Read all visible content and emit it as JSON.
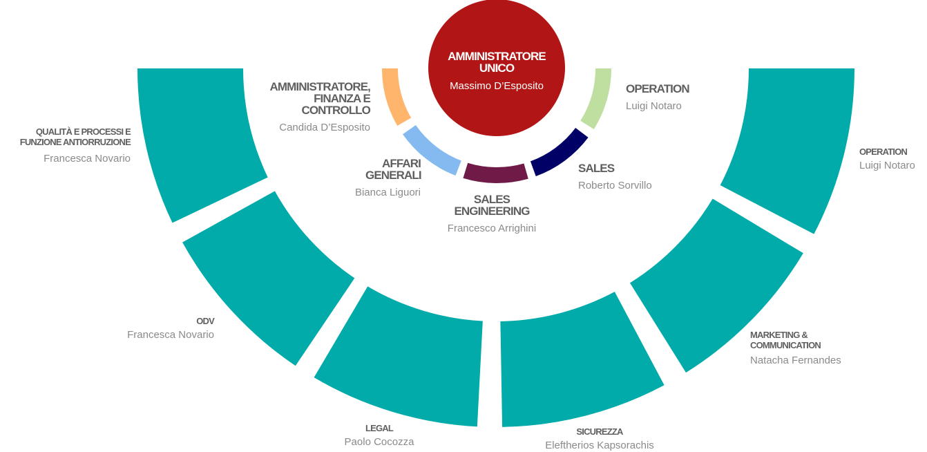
{
  "colors": {
    "teal": "#00ABA9",
    "red": "#B21515",
    "orange": "#FFB56B",
    "blue": "#85BAF0",
    "purple": "#701A47",
    "navy": "#000066",
    "green": "#BEDF9F"
  },
  "center": {
    "title": "AMMINISTRATORE UNICO",
    "name": "Massimo D’Esposito"
  },
  "inner_units": [
    {
      "title": "AMMINISTRATORE, FINANZA E CONTROLLO",
      "name": "Candida D’Esposito",
      "color": "#FFB56B"
    },
    {
      "title": "AFFARI GENERALI",
      "name": "Bianca Liguori",
      "color": "#85BAF0"
    },
    {
      "title": "SALES ENGINEERING",
      "name": "Francesco Arrighini",
      "color": "#701A47"
    },
    {
      "title": "SALES",
      "name": "Roberto Sorvillo",
      "color": "#000066"
    },
    {
      "title": "OPERATION",
      "name": "Luigi Notaro",
      "color": "#BEDF9F"
    }
  ],
  "outer_units": [
    {
      "title": "QUALITÀ E PROCESSI E FUNZIONE ANTIORRUZIONE",
      "name": "Francesca Novario"
    },
    {
      "title": "ODV",
      "name": "Francesca Novario"
    },
    {
      "title": "LEGAL",
      "name": "Paolo Cocozza"
    },
    {
      "title": "SICUREZZA",
      "name": "Eleftherios Kapsorachis"
    },
    {
      "title": "MARKETING & COMMUNICATION",
      "name": "Natacha Fernandes"
    },
    {
      "title": "OPERATION",
      "name": "Luigi Notaro"
    }
  ]
}
